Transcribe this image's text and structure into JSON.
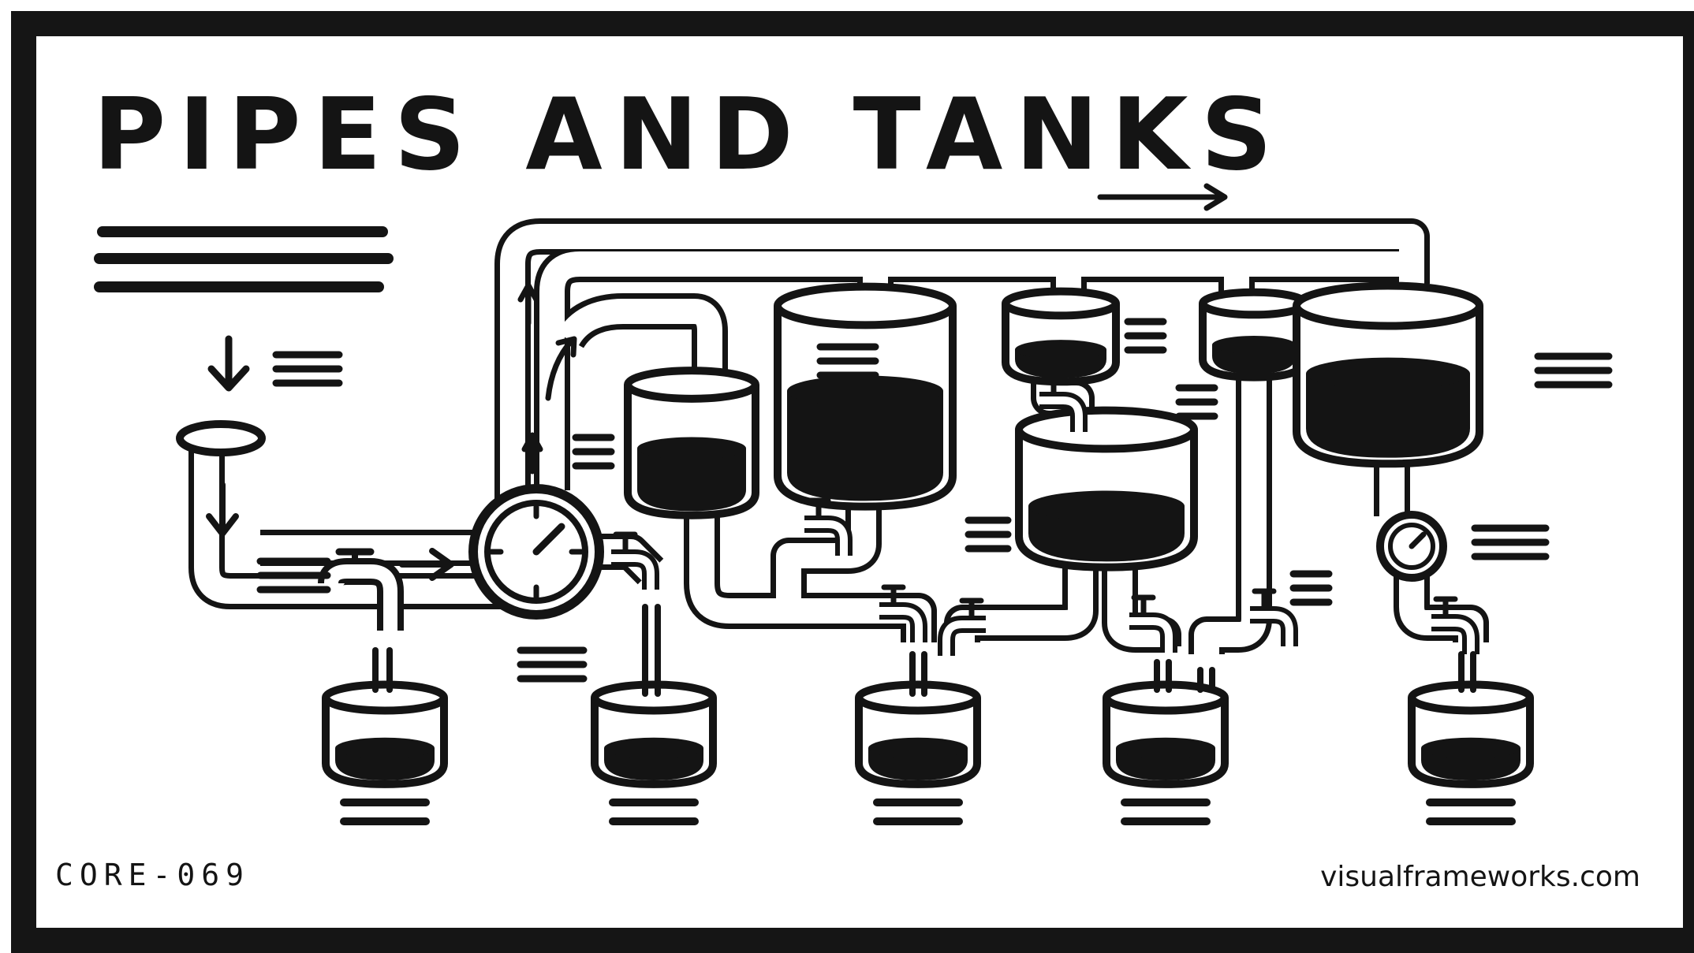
{
  "title": "PIPES AND TANKS",
  "code": "CORE-069",
  "website": "visualframeworks.com",
  "colors": {
    "ink": "#141414",
    "paper": "#ffffff"
  },
  "elements": {
    "main_tanks": [
      {
        "id": "tank-1",
        "level": 0.55
      },
      {
        "id": "tank-2",
        "level": 0.6
      },
      {
        "id": "tank-3",
        "level": 0.45
      },
      {
        "id": "tank-4",
        "level": 0.45
      },
      {
        "id": "tank-5",
        "level": 0.5
      },
      {
        "id": "tank-6",
        "level": 0.6
      }
    ],
    "collection_tanks": [
      {
        "id": "collector-1",
        "level": 0.45
      },
      {
        "id": "collector-2",
        "level": 0.45
      },
      {
        "id": "collector-3",
        "level": 0.45
      },
      {
        "id": "collector-4",
        "level": 0.45
      },
      {
        "id": "collector-5",
        "level": 0.45
      }
    ],
    "gauges": [
      "main-gauge",
      "small-gauge"
    ],
    "icons": [
      "arrow-icon",
      "faucet-icon",
      "gauge-icon",
      "tank-icon",
      "text-lines-icon"
    ]
  }
}
